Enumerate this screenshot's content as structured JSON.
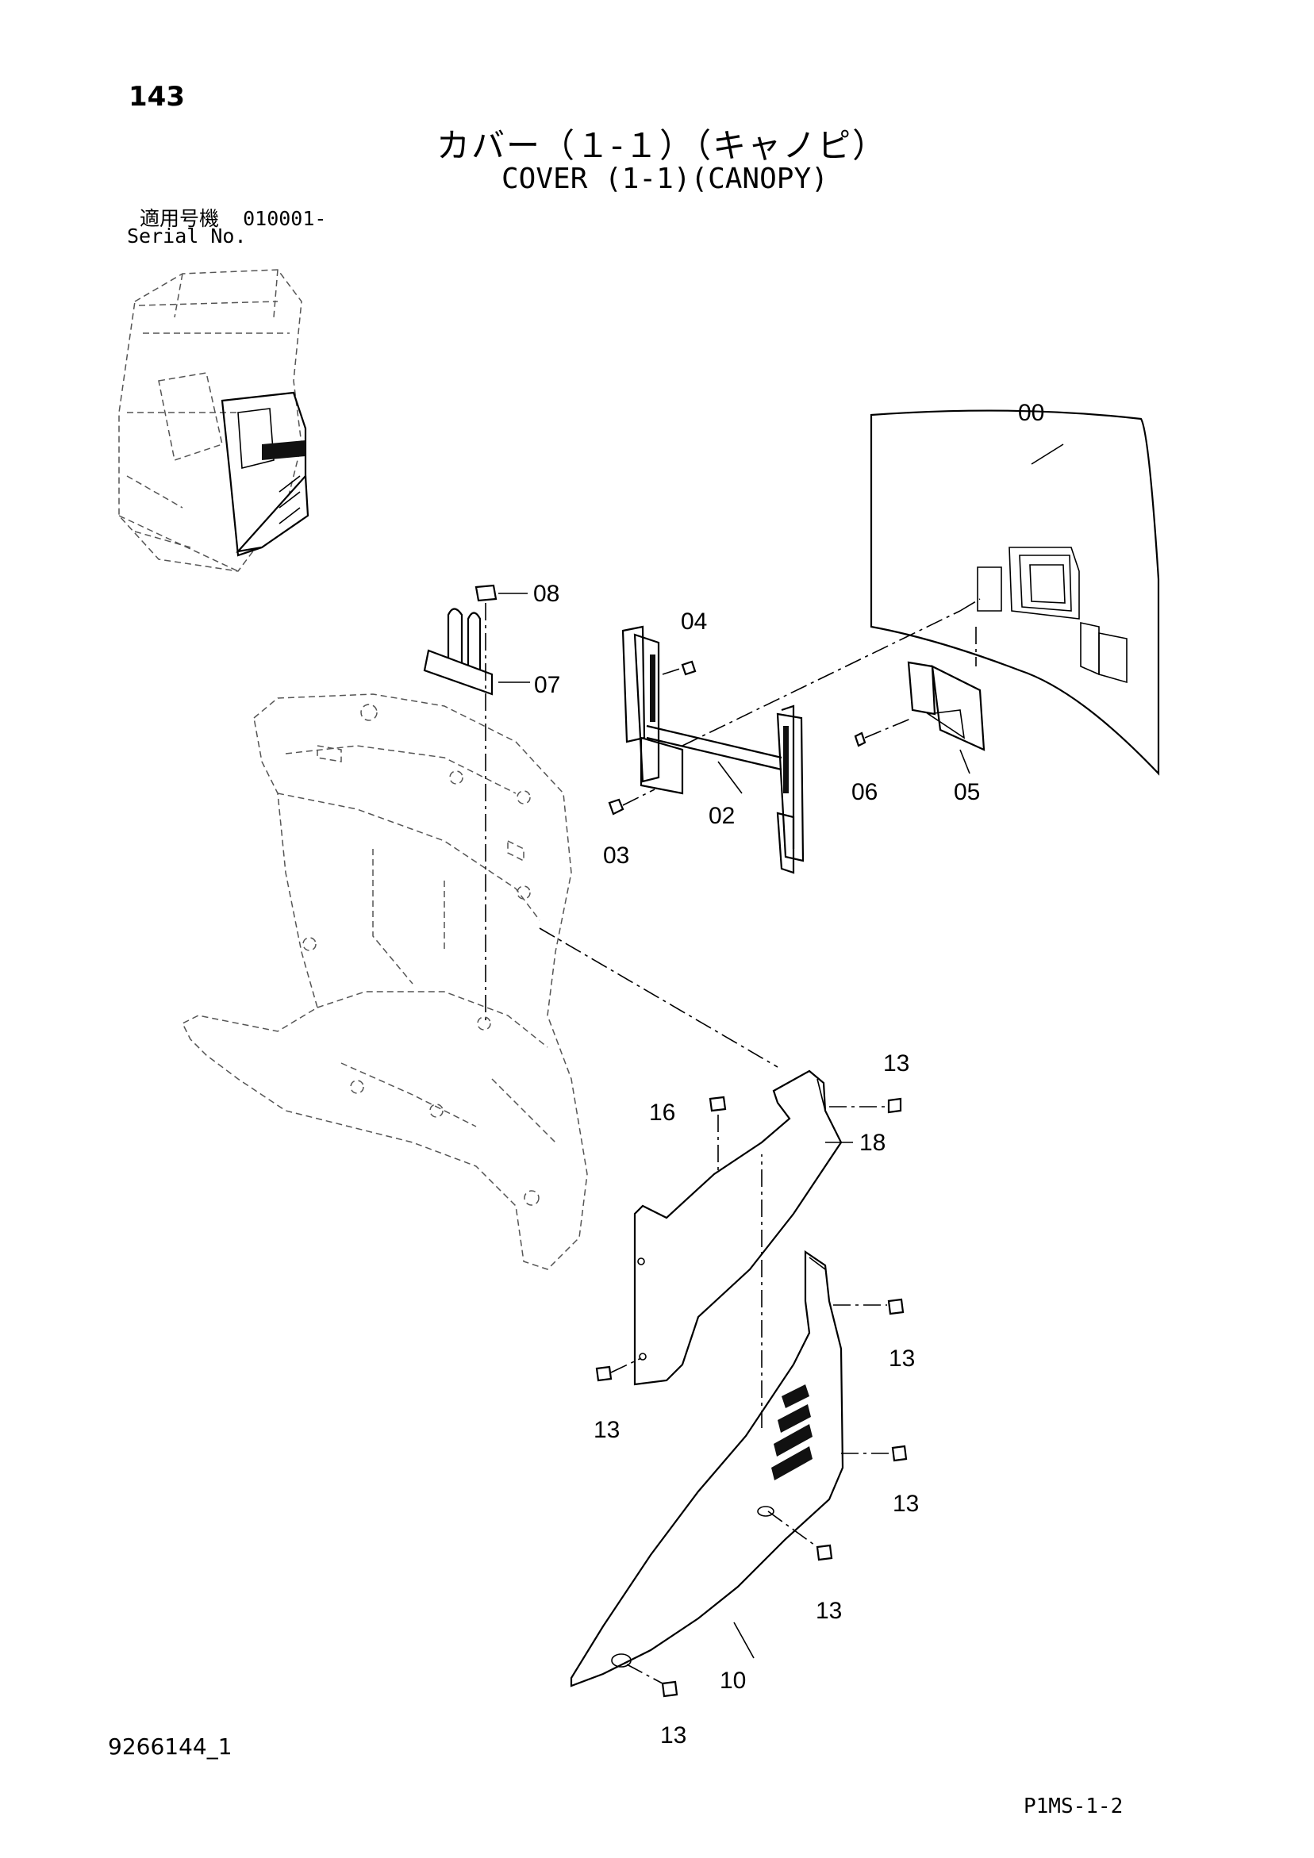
{
  "header": {
    "page_number": "143",
    "title_jp": "カバー（１-１）（キャノピ）",
    "title_en": "COVER (1-1)(CANOPY)",
    "serial_label_jp": "適用号機  010001-",
    "serial_label_en": "Serial No."
  },
  "callouts": {
    "c00": "00",
    "c02": "02",
    "c03": "03",
    "c04": "04",
    "c05": "05",
    "c06": "06",
    "c07": "07",
    "c08": "08",
    "c10": "10",
    "c13a": "13",
    "c13b": "13",
    "c13c": "13",
    "c13d": "13",
    "c13e": "13",
    "c13f": "13",
    "c16": "16",
    "c18": "18"
  },
  "footer": {
    "document_code": "9266144_1",
    "page_code": "P1MS-1-2"
  }
}
